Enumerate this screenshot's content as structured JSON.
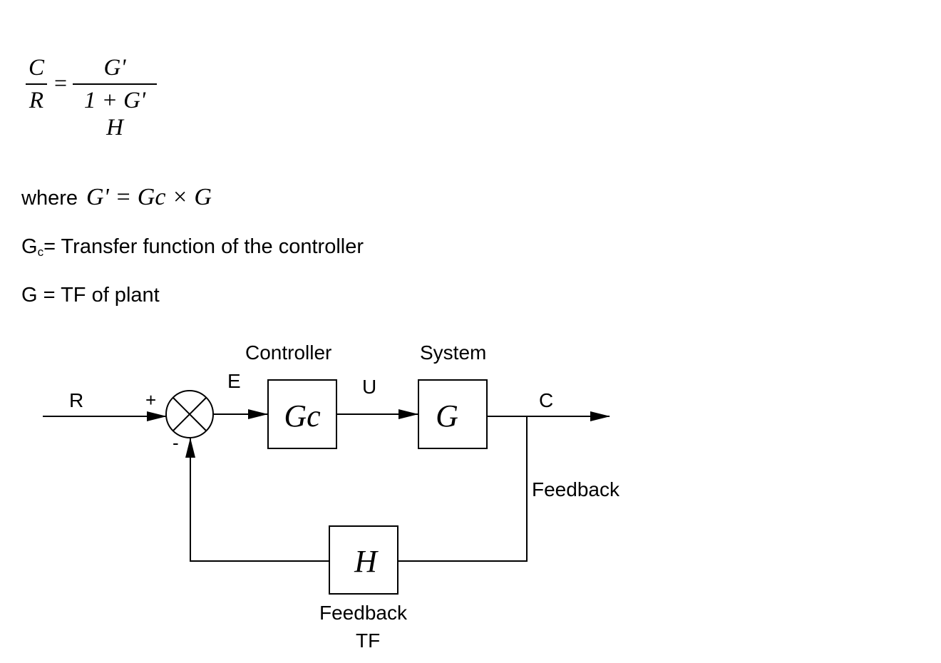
{
  "formula": {
    "lhs_numerator": "C",
    "lhs_denominator": "R",
    "equals": "=",
    "rhs_numerator": "G'",
    "rhs_denominator": "1 + G' H"
  },
  "where_line": {
    "word": "where",
    "expression": "G' = Gc × G"
  },
  "definitions": {
    "gc_main": "G",
    "gc_sub": "c",
    "gc_text": "= Transfer function of the controller",
    "g_text": "G = TF of plant"
  },
  "diagram": {
    "input_label": "R",
    "plus_sign": "+",
    "minus_sign": "-",
    "error_label": "E",
    "controller_label": "Controller",
    "controller_block": "Gc",
    "control_signal_label": "U",
    "system_label": "System",
    "system_block": "G",
    "output_label": "C",
    "feedback_path_label": "Feedback",
    "feedback_block": "H",
    "feedback_tf_line1": "Feedback",
    "feedback_tf_line2": "TF"
  }
}
